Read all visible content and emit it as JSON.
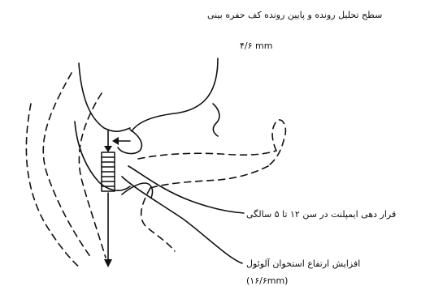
{
  "labels": {
    "top": "سطح تحلیل رونده و پایین رونده کف حفره بینی",
    "top_value": "۴/۶ mm",
    "middle": "قرار دهی ایمپلنت در سن ۱۲ تا ۵ سالگی",
    "bottom": "افزایش ارتفاع استخوان آلوئول",
    "bottom_value": "(۱۶/۶mm)"
  },
  "colors": {
    "ink": "#111111",
    "background": "#ffffff"
  }
}
